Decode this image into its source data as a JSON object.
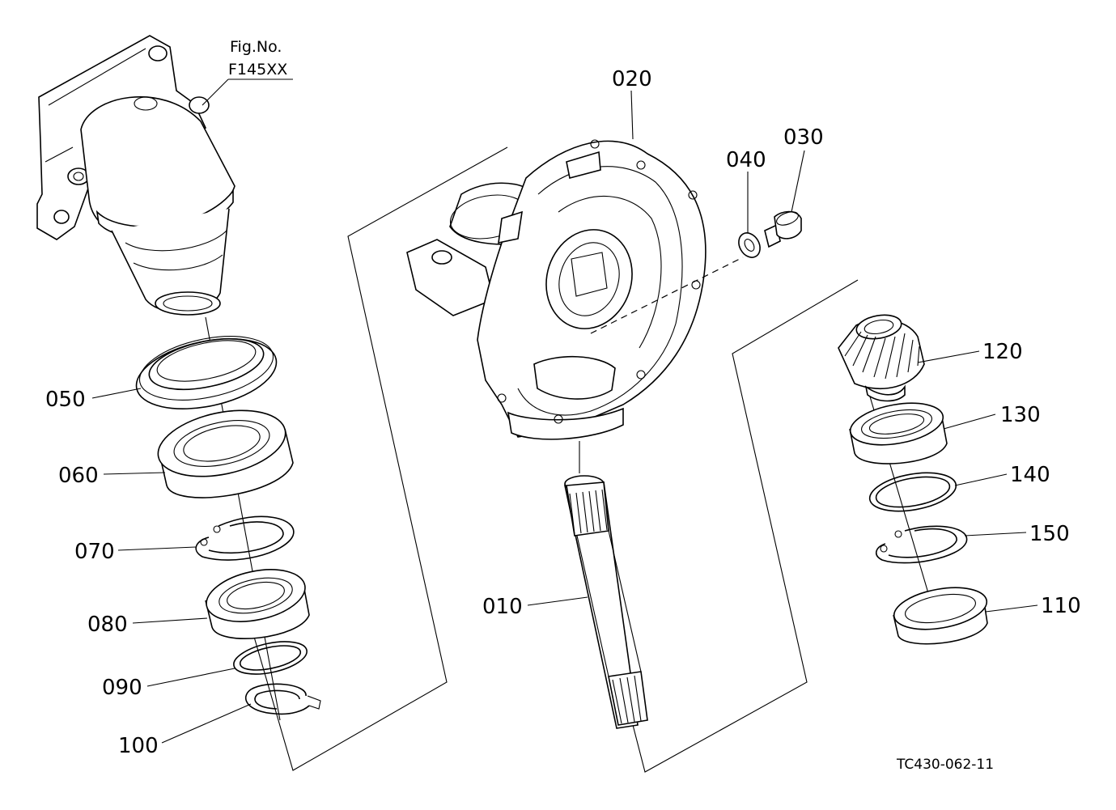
{
  "figure": {
    "fig_label": "Fig.No.",
    "fig_number": "F145XX"
  },
  "reference": "TC430-062-11",
  "parts": {
    "p010": "010",
    "p020": "020",
    "p030": "030",
    "p040": "040",
    "p050": "050",
    "p060": "060",
    "p070": "070",
    "p080": "080",
    "p090": "090",
    "p100": "100",
    "p110": "110",
    "p120": "120",
    "p130": "130",
    "p140": "140",
    "p150": "150"
  }
}
